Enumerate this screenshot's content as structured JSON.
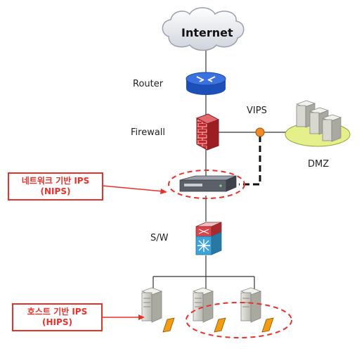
{
  "labels": {
    "internet": "Internet",
    "router": "Router",
    "firewall": "Firewall",
    "vips": "VIPS",
    "dmz": "DMZ",
    "switch": "S/W"
  },
  "callouts": {
    "nips_line1": "네트워크 기반 IPS",
    "nips_line2": "(NIPS)",
    "hips_line1": "호스트 기반 IPS",
    "hips_line2": "(HIPS)"
  },
  "colors": {
    "highlight": "#e8312a",
    "router": "#2f64d6",
    "firewall": "#c5262b",
    "vips_node": "#f08a24",
    "dmz_zone": "#e6f08a",
    "switch": "#3ea3d8",
    "server": "#cfcfc7"
  }
}
